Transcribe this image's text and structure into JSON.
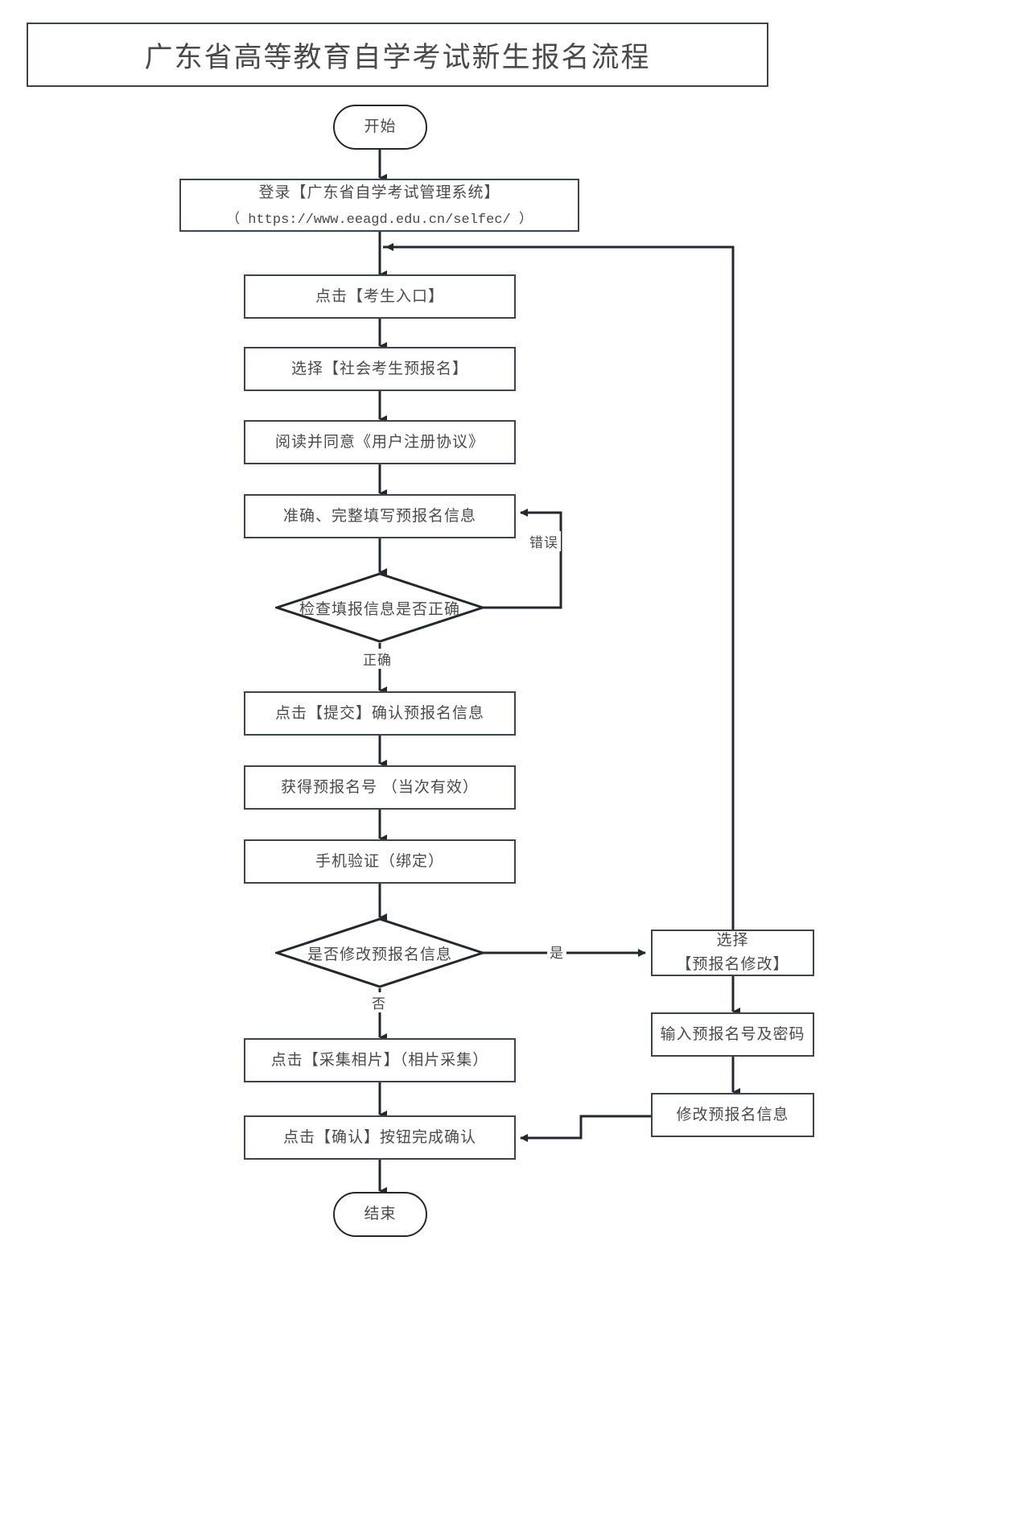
{
  "title": "广东省高等教育自学考试新生报名流程",
  "nodes": {
    "start": {
      "label": "开始",
      "shape": "terminator"
    },
    "login": {
      "line1": "登录【广东省自学考试管理系统】",
      "line2": "（ https://www.eeagd.edu.cn/selfec/ ）",
      "shape": "process"
    },
    "candidate_entry": {
      "label": "点击【考生入口】",
      "shape": "process"
    },
    "social_pre_reg": {
      "label": "选择【社会考生预报名】",
      "shape": "process"
    },
    "agreement": {
      "label": "阅读并同意《用户注册协议》",
      "shape": "process"
    },
    "fill_info": {
      "label": "准确、完整填写预报名信息",
      "shape": "process"
    },
    "check_info": {
      "label": "检查填报信息是否正确",
      "shape": "decision"
    },
    "submit": {
      "label": "点击【提交】确认预报名信息",
      "shape": "process"
    },
    "get_number": {
      "label": "获得预报名号 （当次有效）",
      "shape": "process"
    },
    "phone_verify": {
      "label": "手机验证（绑定）",
      "shape": "process"
    },
    "modify_decision": {
      "label": "是否修改预报名信息",
      "shape": "decision"
    },
    "choose_modify": {
      "line1": "选择",
      "line2": "【预报名修改】",
      "shape": "process"
    },
    "input_credentials": {
      "label": "输入预报名号及密码",
      "shape": "process"
    },
    "modify_info": {
      "label": "修改预报名信息",
      "shape": "process"
    },
    "photo_capture": {
      "label": "点击【采集相片】（相片采集）",
      "shape": "process"
    },
    "confirm": {
      "label": "点击【确认】按钮完成确认",
      "shape": "process"
    },
    "end": {
      "label": "结束",
      "shape": "terminator"
    }
  },
  "edge_labels": {
    "error": "错误",
    "correct": "正确",
    "yes": "是",
    "no": "否"
  },
  "colors": {
    "stroke": "#3d4450",
    "terminator_stroke": "#23272e",
    "text": "#4a4a4a",
    "background": "#ffffff"
  }
}
